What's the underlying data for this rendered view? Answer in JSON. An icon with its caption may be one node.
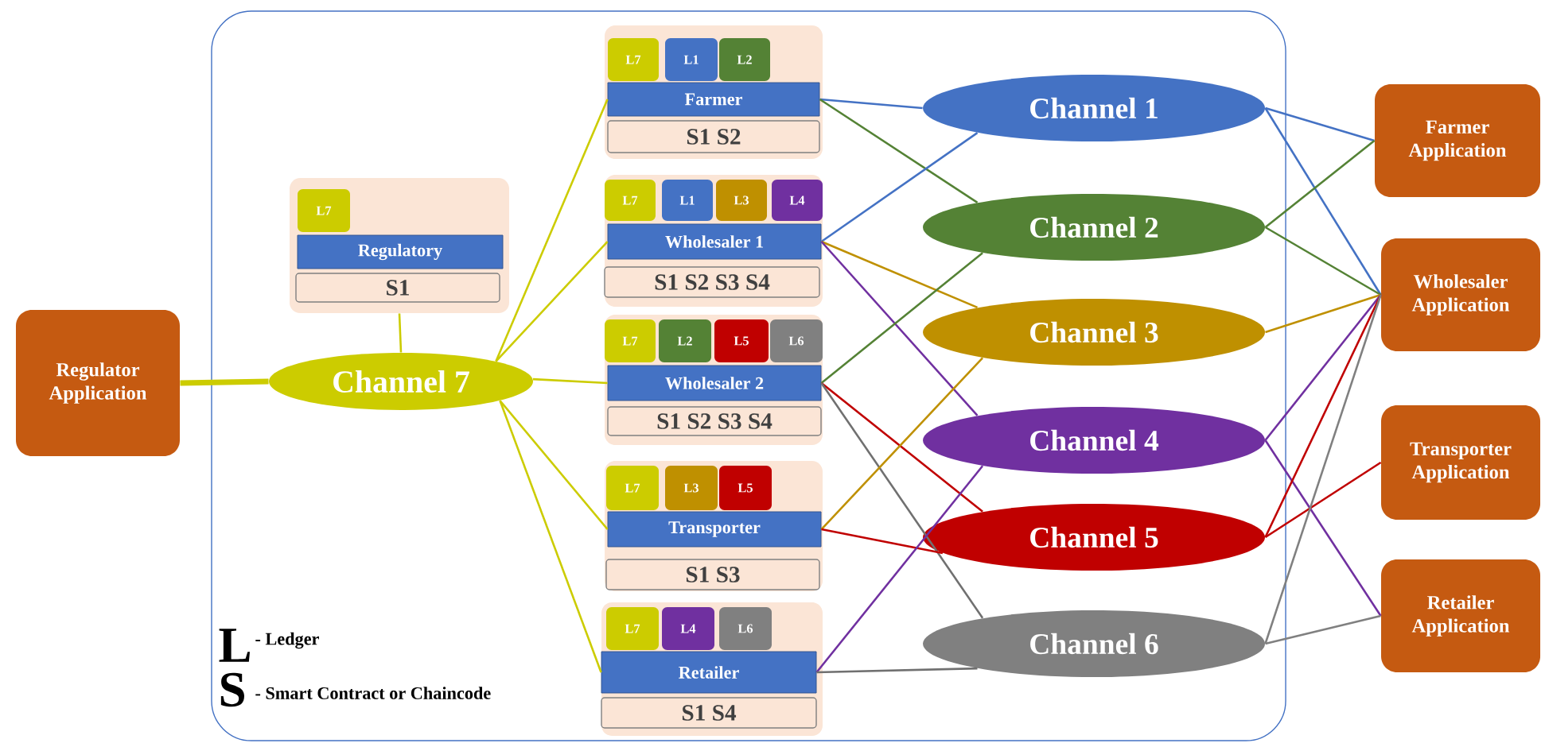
{
  "diagram": {
    "nodes": [
      {
        "text": [],
        "shape": "box"
      },
      {
        "text": [
          "Regulator Application"
        ]
      },
      {
        "text": [],
        "shape": "box",
        "in": 0
      },
      {
        "text": [
          "L7"
        ],
        "in": 2
      },
      {
        "text": [
          "Regulatory"
        ],
        "in": 2
      },
      {
        "text": [
          "S1"
        ],
        "in": 2
      },
      {
        "text": [],
        "shape": "box",
        "in": 0
      },
      {
        "text": [
          "L7"
        ],
        "in": 6
      },
      {
        "text": [
          "L1"
        ],
        "in": 6
      },
      {
        "text": [
          "L2"
        ],
        "in": 6
      },
      {
        "text": [
          "Farmer"
        ],
        "in": 6
      },
      {
        "text": [
          "S1 S2"
        ],
        "in": 6
      },
      {
        "text": [],
        "shape": "box",
        "in": 0
      },
      {
        "text": [
          "L7"
        ],
        "in": 12
      },
      {
        "text": [
          "L1"
        ],
        "in": 12
      },
      {
        "text": [
          "L3"
        ],
        "in": 12
      },
      {
        "text": [
          "L4"
        ],
        "in": 12
      },
      {
        "text": [
          "Wholesaler 1"
        ],
        "in": 12
      },
      {
        "text": [
          "S1 S2 S3 S4"
        ],
        "in": 12
      },
      {
        "text": [],
        "shape": "box",
        "in": 0
      },
      {
        "text": [
          "L7"
        ],
        "in": 19
      },
      {
        "text": [
          "L2"
        ],
        "in": 19
      },
      {
        "text": [
          "L5"
        ],
        "in": 19
      },
      {
        "text": [
          "L6"
        ],
        "in": 19
      },
      {
        "text": [
          "Wholesaler 2"
        ],
        "in": 19
      },
      {
        "text": [
          "S1 S2 S3 S4"
        ],
        "in": 19
      },
      {
        "text": [],
        "shape": "box",
        "in": 0
      },
      {
        "text": [
          "L7"
        ],
        "in": 26
      },
      {
        "text": [
          "L3"
        ],
        "in": 26
      },
      {
        "text": [
          "L5"
        ],
        "in": 26
      },
      {
        "text": [
          "Transporter"
        ],
        "in": 26
      },
      {
        "text": [
          "S1 S3"
        ],
        "in": 26
      },
      {
        "text": [],
        "shape": "box",
        "in": 0
      },
      {
        "text": [
          "L7"
        ],
        "in": 32
      },
      {
        "text": [
          "L4"
        ],
        "in": 32
      },
      {
        "text": [
          "L6"
        ],
        "in": 32
      },
      {
        "text": [
          "Retailer"
        ],
        "in": 32
      },
      {
        "text": [
          "S1 S4"
        ],
        "in": 32
      },
      {
        "text": [
          "Channel 7"
        ],
        "in": 0
      },
      {
        "text": [
          "Channel 1"
        ],
        "in": 0
      },
      {
        "text": [
          "Channel 2"
        ],
        "in": 0
      },
      {
        "text": [
          "Channel 3"
        ],
        "in": 0
      },
      {
        "text": [
          "Channel 4"
        ],
        "in": 0
      },
      {
        "text": [
          "Channel 5"
        ],
        "in": 0
      },
      {
        "text": [
          "Channel 6"
        ],
        "in": 0
      },
      {
        "text": [
          "Farmer Application"
        ]
      },
      {
        "text": [
          "Wholesaler Application"
        ]
      },
      {
        "text": [
          "Transporter Application"
        ]
      },
      {
        "text": [
          "Retailer Application"
        ]
      }
    ],
    "edges": [
      {
        "from": 1,
        "to": 38,
        "arrow": "none",
        "style": "thick",
        "color": "#cccc00"
      },
      {
        "from": 38,
        "to": 2,
        "arrow": "none",
        "color": "#cccc00"
      },
      {
        "from": 38,
        "to": 10,
        "arrow": "none",
        "color": "#cccc00"
      },
      {
        "from": 38,
        "to": 17,
        "arrow": "none",
        "color": "#cccc00"
      },
      {
        "from": 38,
        "to": 24,
        "arrow": "none",
        "color": "#cccc00"
      },
      {
        "from": 38,
        "to": 30,
        "arrow": "none",
        "color": "#cccc00"
      },
      {
        "from": 38,
        "to": 36,
        "arrow": "none",
        "color": "#cccc00"
      },
      {
        "from": 10,
        "to": 39,
        "arrow": "none",
        "color": "#4472c4"
      },
      {
        "from": 10,
        "to": 40,
        "arrow": "none",
        "color": "#548235"
      },
      {
        "from": 17,
        "to": 39,
        "arrow": "none",
        "color": "#4472c4"
      },
      {
        "from": 17,
        "to": 41,
        "arrow": "none",
        "color": "#bf9000"
      },
      {
        "from": 17,
        "to": 42,
        "arrow": "none",
        "color": "#7030a0"
      },
      {
        "from": 24,
        "to": 40,
        "arrow": "none",
        "color": "#548235"
      },
      {
        "from": 24,
        "to": 43,
        "arrow": "none",
        "color": "#c00000"
      },
      {
        "from": 24,
        "to": 44,
        "arrow": "none",
        "color": "#707070"
      },
      {
        "from": 30,
        "to": 41,
        "arrow": "none",
        "color": "#bf9000"
      },
      {
        "from": 30,
        "to": 43,
        "arrow": "none",
        "color": "#c00000"
      },
      {
        "from": 36,
        "to": 42,
        "arrow": "none",
        "color": "#7030a0"
      },
      {
        "from": 36,
        "to": 44,
        "arrow": "none",
        "color": "#707070"
      },
      {
        "from": 39,
        "to": 45,
        "arrow": "none",
        "color": "#4472c4"
      },
      {
        "from": 39,
        "to": 46,
        "arrow": "none",
        "color": "#4472c4"
      },
      {
        "from": 40,
        "to": 45,
        "arrow": "none",
        "color": "#548235"
      },
      {
        "from": 40,
        "to": 46,
        "arrow": "none",
        "color": "#548235"
      },
      {
        "from": 41,
        "to": 46,
        "arrow": "none",
        "color": "#bf9000"
      },
      {
        "from": 42,
        "to": 46,
        "arrow": "none",
        "color": "#7030a0"
      },
      {
        "from": 42,
        "to": 48,
        "arrow": "none",
        "color": "#7030a0"
      },
      {
        "from": 43,
        "to": 46,
        "arrow": "none",
        "color": "#c00000"
      },
      {
        "from": 43,
        "to": 47,
        "arrow": "none",
        "color": "#c00000"
      },
      {
        "from": 44,
        "to": 46,
        "arrow": "none",
        "color": "#808080"
      },
      {
        "from": 44,
        "to": 48,
        "arrow": "none",
        "color": "#808080"
      }
    ],
    "labels": [
      "L",
      "- Ledger",
      "S",
      "- Smart Contract or Chaincode"
    ]
  }
}
